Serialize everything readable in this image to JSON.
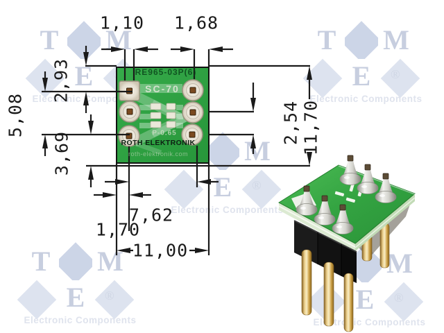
{
  "dimensions": {
    "d110": "1,10",
    "d168": "1,68",
    "d293": "2,93",
    "d508": "5,08",
    "d369": "3,69",
    "d254": "2,54",
    "d1170": "11,70",
    "d762": "7,62",
    "d170": "1,70",
    "d1100": "11,00"
  },
  "pcb": {
    "part_number": "RE965-03P(6)",
    "package": "SC-70",
    "pitch": "P-0.65",
    "manufacturer": "ROTH ELEKTRONIK",
    "website": "roth-elektronik.com"
  },
  "watermark": {
    "t": "T",
    "m": "M",
    "e": "E",
    "registered": "®",
    "caption": "Electronic Components"
  },
  "colors": {
    "pcb_green": "#2f9e3f",
    "photo_green": "#33a341",
    "pin_gold": "#d2ab5c",
    "drawing_line": "#1a1a1a",
    "watermark_blue": "#ccd5e7"
  }
}
